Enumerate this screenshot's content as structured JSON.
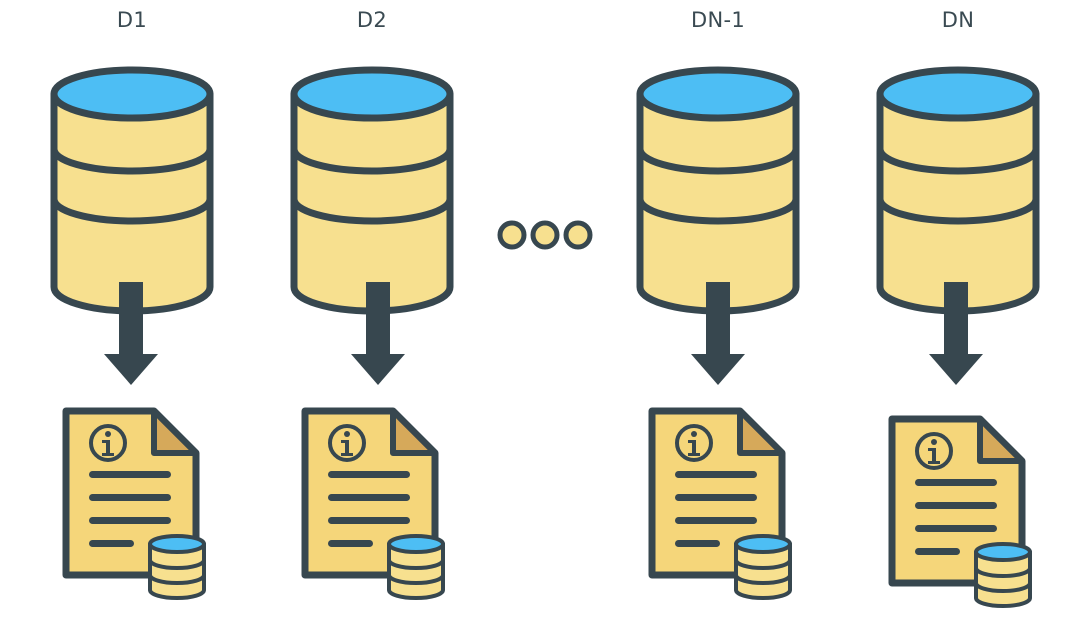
{
  "colors": {
    "outline": "#37474f",
    "cylinder_body": "#f7e08f",
    "cylinder_top": "#4dbef4",
    "document_fill": "#f5d67a",
    "document_fold": "#d6a95a",
    "ellipsis_dot": "#f7e08f"
  },
  "icons": {
    "database": "database-icon",
    "metadata_document": "metadata-document-icon",
    "arrow": "arrow-down-icon",
    "ellipsis": "ellipsis-icon",
    "info": "info-icon"
  },
  "sources": [
    {
      "label": "D1"
    },
    {
      "label": "D2"
    },
    {
      "label": "DN-1"
    },
    {
      "label": "DN"
    }
  ]
}
